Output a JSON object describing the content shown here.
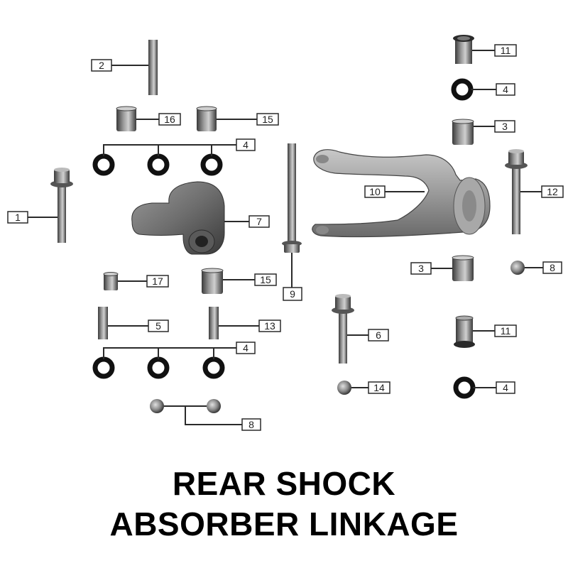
{
  "title": {
    "line1": "REAR SHOCK",
    "line2": "ABSORBER LINKAGE"
  },
  "callouts": {
    "c1": "1",
    "c2": "2",
    "c3a": "3",
    "c3b": "3",
    "c4a": "4",
    "c4b": "4",
    "c4c": "4",
    "c4d": "4",
    "c5": "5",
    "c6": "6",
    "c7": "7",
    "c8a": "8",
    "c8b": "8",
    "c9": "9",
    "c10": "10",
    "c11a": "11",
    "c11b": "11",
    "c12": "12",
    "c13": "13",
    "c14": "14",
    "c15a": "15",
    "c15b": "15",
    "c16": "16",
    "c17": "17"
  },
  "colors": {
    "part_dark": "#3a3a3a",
    "part_mid": "#7d7d7d",
    "part_light": "#bdbdbd",
    "line": "#2a2a2a"
  }
}
